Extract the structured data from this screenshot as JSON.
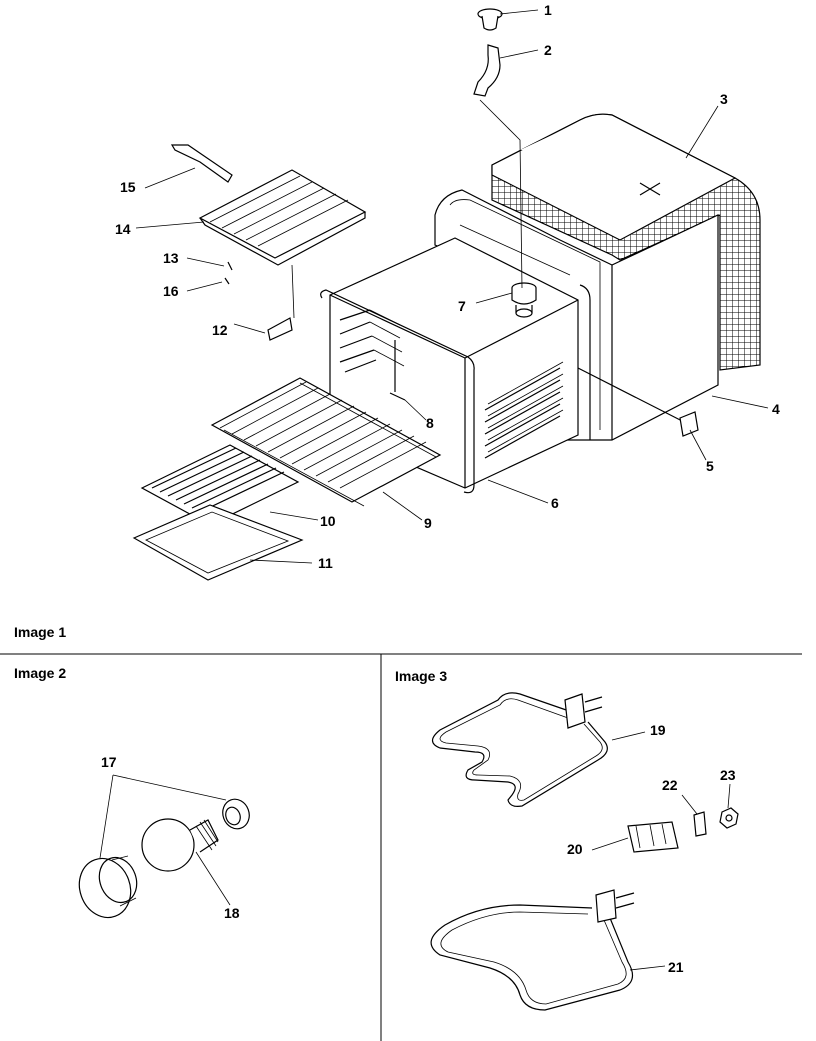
{
  "captions": {
    "image1": "Image 1",
    "image2": "Image 2",
    "image3": "Image 3"
  },
  "callouts": [
    "1",
    "2",
    "3",
    "4",
    "5",
    "6",
    "7",
    "8",
    "9",
    "10",
    "11",
    "12",
    "13",
    "14",
    "15",
    "16",
    "17",
    "18",
    "19",
    "20",
    "21",
    "22",
    "23"
  ]
}
